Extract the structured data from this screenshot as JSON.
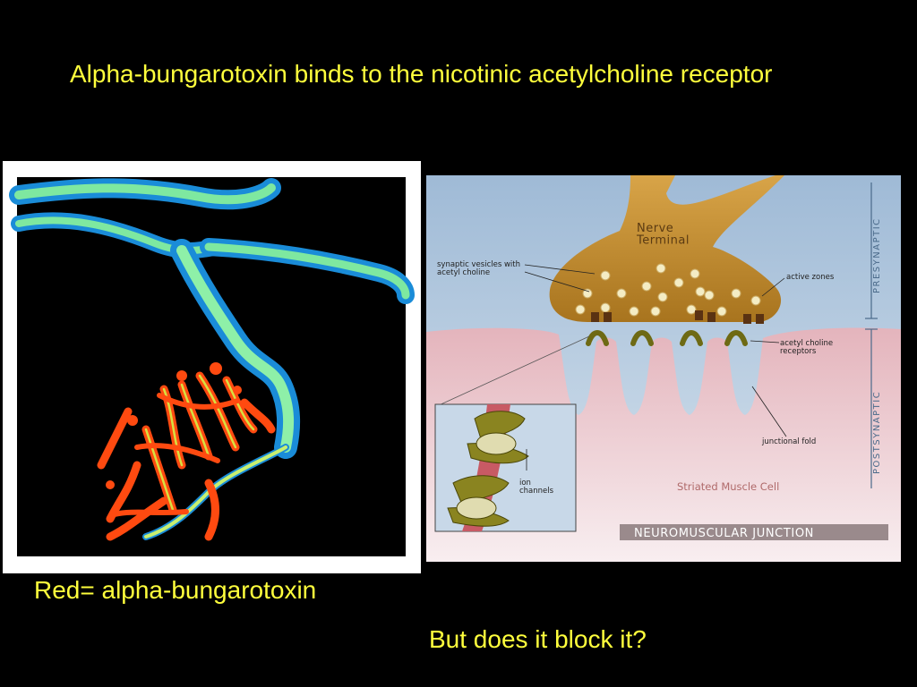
{
  "slide": {
    "title": "Alpha-bungarotoxin binds to the nicotinic acetylcholine receptor",
    "caption_left": "Red= alpha-bungarotoxin",
    "caption_right": "But does it block it?",
    "text_color": "#ffff3c",
    "background": "#000000"
  },
  "diagram": {
    "nerve_terminal": "Nerve\nTerminal",
    "synaptic_vesicles": "synaptic vesicles with\nacetyl choline",
    "active_zones": "active zones",
    "acetyl_choline_receptors": "acetyl choline\nreceptors",
    "junctional_fold": "junctional fold",
    "ion_channels": "ion\nchannels",
    "striated_muscle_cell": "Striated Muscle Cell",
    "banner": "NEUROMUSCULAR JUNCTION",
    "presynaptic": "PRESYNAPTIC",
    "postsynaptic": "POSTSYNAPTIC",
    "colors": {
      "nerve_terminal": "#b8842c",
      "vesicle": "#f4ecc4",
      "receptor": "#6e6a14",
      "active_zone": "#5a3212",
      "muscle": "#e8c4c8",
      "fluid": "#c2d4e6",
      "banner_bg": "#9a8a8c",
      "label": "#222222"
    }
  },
  "micrograph": {
    "colors": {
      "frame": "#ffffff",
      "background": "#000000",
      "nerve_blue": "#1a8cd8",
      "nerve_green": "#7ee8a0",
      "toxin_red": "#ff4a10",
      "toxin_yellow": "#d8e040"
    }
  }
}
